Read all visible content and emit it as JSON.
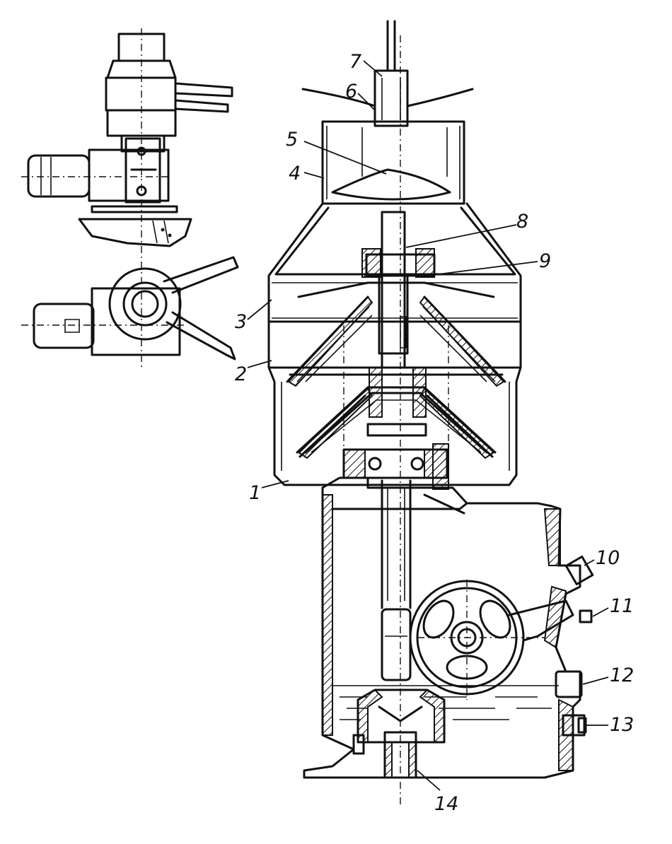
{
  "figure": {
    "callouts": [
      {
        "id": "1",
        "text": "1"
      },
      {
        "id": "2",
        "text": "2"
      },
      {
        "id": "3",
        "text": "3"
      },
      {
        "id": "4",
        "text": "4"
      },
      {
        "id": "5",
        "text": "5"
      },
      {
        "id": "6",
        "text": "6"
      },
      {
        "id": "7",
        "text": "7"
      },
      {
        "id": "8",
        "text": "8"
      },
      {
        "id": "9",
        "text": "9"
      },
      {
        "id": "10",
        "text": "10"
      },
      {
        "id": "11",
        "text": "11"
      },
      {
        "id": "12",
        "text": "12"
      },
      {
        "id": "13",
        "text": "13"
      },
      {
        "id": "14",
        "text": "14"
      }
    ]
  }
}
